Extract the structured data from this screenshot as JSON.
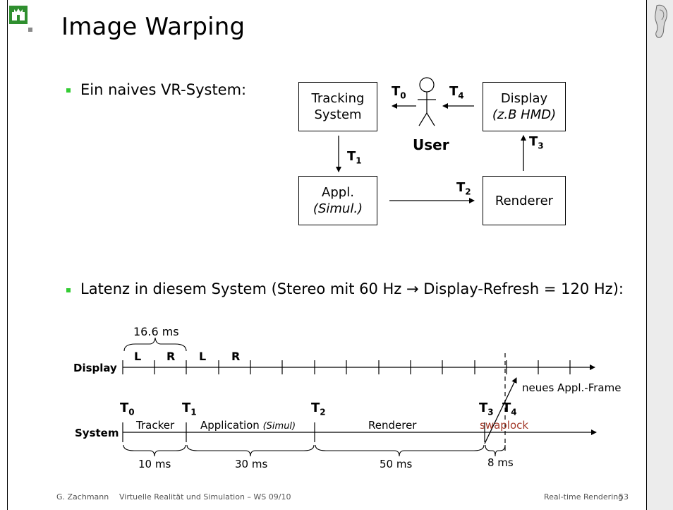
{
  "slide": {
    "title": "Image Warping",
    "bullet1": "Ein naives VR-System:",
    "bullet2": "Latenz in diesem System (Stereo mit 60 Hz → Display-Refresh = 120 Hz):"
  },
  "diagram": {
    "tracking": [
      "Tracking",
      "System"
    ],
    "display": [
      "Display",
      "(z.B HMD)"
    ],
    "appl": [
      "Appl.",
      "(Simul.)"
    ],
    "renderer": "Renderer",
    "user": "User",
    "t0": "T",
    "t0s": "0",
    "t1": "T",
    "t1s": "1",
    "t2": "T",
    "t2s": "2",
    "t3": "T",
    "t3s": "3",
    "t4": "T",
    "t4s": "4"
  },
  "timeline": {
    "frame_len": "16.6 ms",
    "display_label": "Display",
    "system_label": "System",
    "L": "L",
    "R": "R",
    "neues": "neues Appl.-Frame",
    "tracker": "Tracker",
    "application": "Application",
    "simul": "(Simul)",
    "renderer": "Renderer",
    "swaplock": "swaplock",
    "d10": "10 ms",
    "d30": "30 ms",
    "d50": "50 ms",
    "d8": "8 ms"
  },
  "footer": {
    "author": "G. Zachmann",
    "course": "Virtuelle Realität und Simulation – WS 09/10",
    "section": "Real-time Rendering",
    "page": "53"
  },
  "colors": {
    "bullet": "#33cc33",
    "swaplock": "#a33a2a",
    "sidebar": "#ececec"
  }
}
